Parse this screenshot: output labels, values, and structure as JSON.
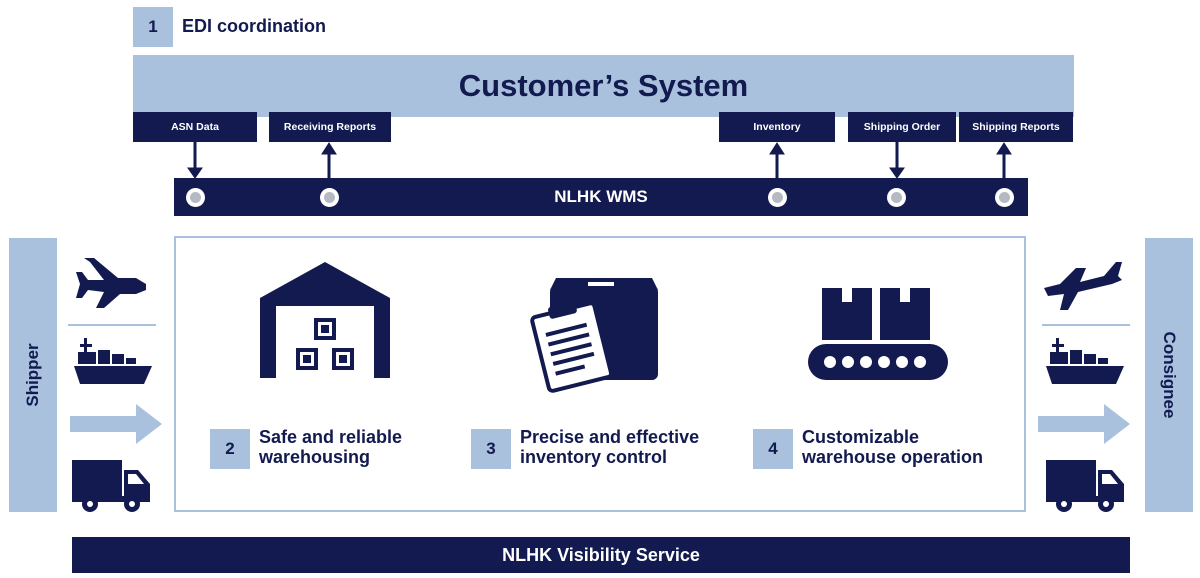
{
  "edi": {
    "number": "1",
    "title": "EDI coordination"
  },
  "customer_system": "Customer’s System",
  "edi_labels": {
    "asn": "ASN Data",
    "receiving": "Receiving Reports",
    "inventory": "Inventory",
    "shipping_order": "Shipping Order",
    "shipping_reports": "Shipping Reports"
  },
  "wms": "NLHK WMS",
  "shipper": "Shipper",
  "consignee": "Consignee",
  "features": [
    {
      "number": "2",
      "line1": "Safe and reliable",
      "line2": "warehousing",
      "icon": "warehouse-icon"
    },
    {
      "number": "3",
      "line1": "Precise and effective",
      "line2": "inventory control",
      "icon": "clipboard-box-icon"
    },
    {
      "number": "4",
      "line1": "Customizable",
      "line2": "warehouse operation",
      "icon": "conveyor-icon"
    }
  ],
  "visibility": "NLHK Visibility Service",
  "colors": {
    "navy": "#121a4f",
    "light_blue": "#a9c1dc",
    "white": "#ffffff"
  }
}
